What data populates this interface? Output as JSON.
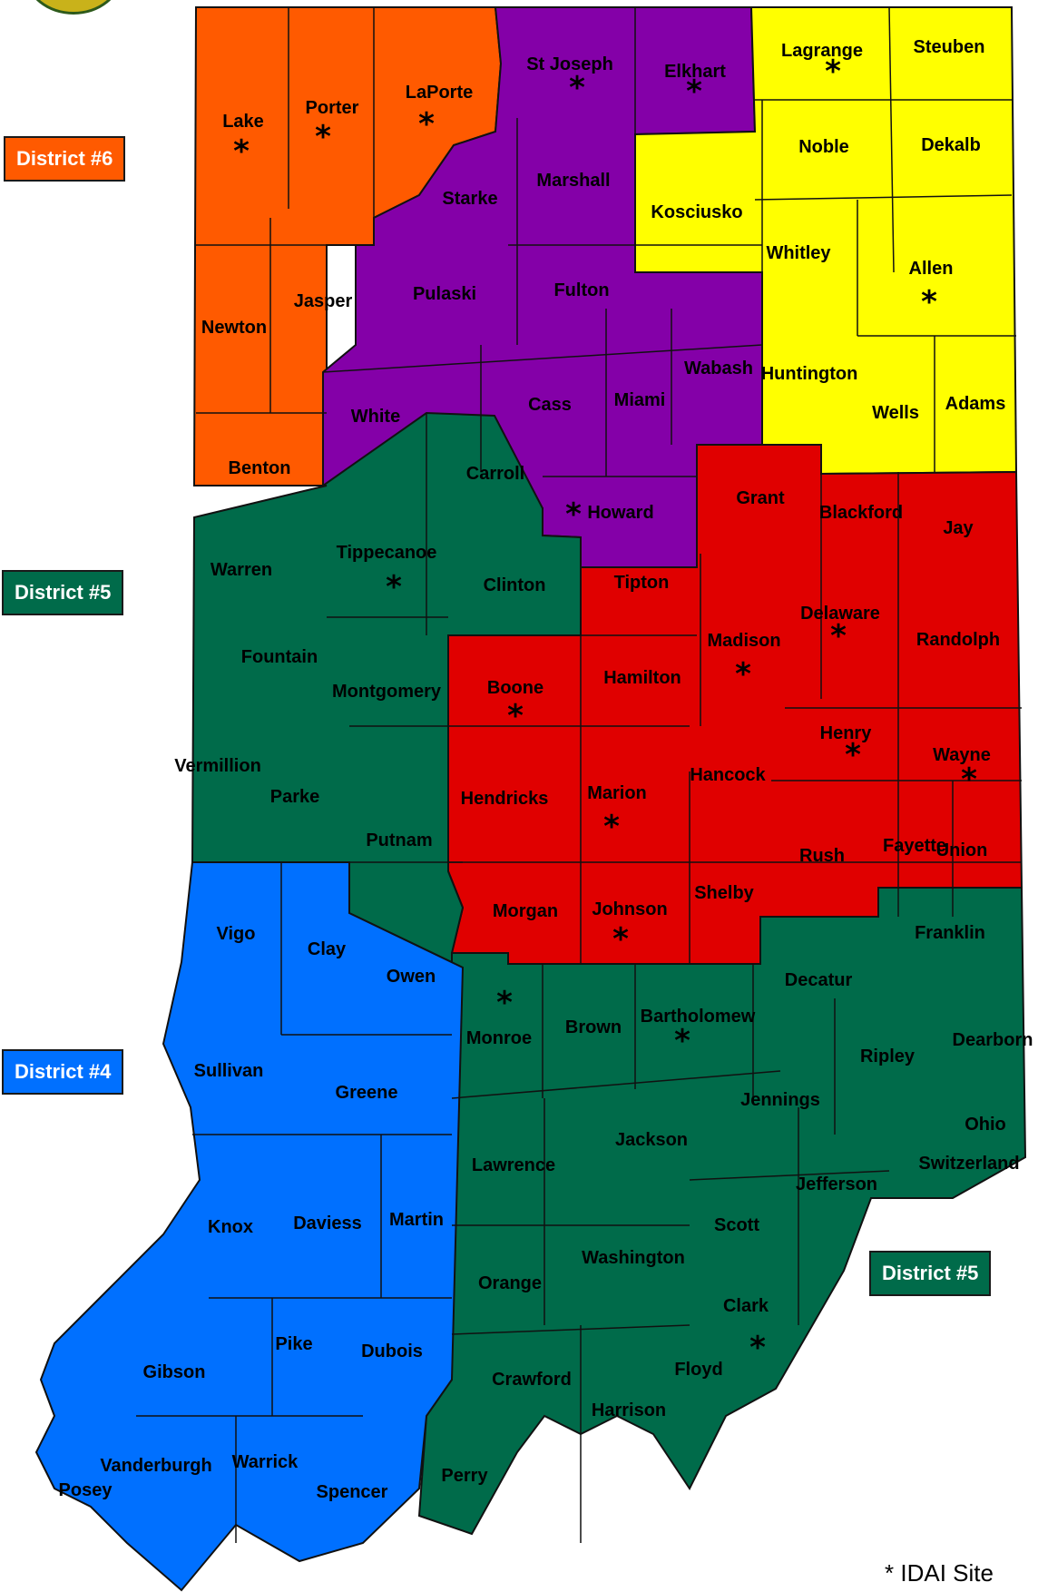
{
  "colors": {
    "district_6": "#ff5a00",
    "district_2": "#8400a8",
    "district_3": "#ffff00",
    "district_1": "#e00000",
    "district_5": "#006b4a",
    "district_4": "#0070ff"
  },
  "badges": {
    "d6": "District #6",
    "d5_top": "District #5",
    "d4": "District #4",
    "d5_bottom": "District #5"
  },
  "legend": {
    "symbol": "*",
    "label": "IDAI Site"
  },
  "counties": [
    "Lake",
    "Porter",
    "LaPorte",
    "St Joseph",
    "Elkhart",
    "Lagrange",
    "Steuben",
    "Noble",
    "Dekalb",
    "Starke",
    "Marshall",
    "Kosciusko",
    "Whitley",
    "Allen",
    "Newton",
    "Jasper",
    "Pulaski",
    "Fulton",
    "Wabash",
    "Huntington",
    "White",
    "Cass",
    "Miami",
    "Wells",
    "Adams",
    "Benton",
    "Carroll",
    "Howard",
    "Grant",
    "Blackford",
    "Jay",
    "Warren",
    "Tippecanoe",
    "Clinton",
    "Tipton",
    "Madison",
    "Delaware",
    "Randolph",
    "Fountain",
    "Montgomery",
    "Boone",
    "Hamilton",
    "Henry",
    "Wayne",
    "Vermillion",
    "Parke",
    "Hendricks",
    "Marion",
    "Hancock",
    "Putnam",
    "Rush",
    "Fayette",
    "Union",
    "Morgan",
    "Johnson",
    "Shelby",
    "Vigo",
    "Clay",
    "Owen",
    "Franklin",
    "Decatur",
    "Monroe",
    "Brown",
    "Bartholomew",
    "Dearborn",
    "Sullivan",
    "Greene",
    "Ripley",
    "Jennings",
    "Ohio",
    "Jackson",
    "Lawrence",
    "Switzerland",
    "Jefferson",
    "Knox",
    "Daviess",
    "Martin",
    "Scott",
    "Washington",
    "Orange",
    "Clark",
    "Pike",
    "Dubois",
    "Gibson",
    "Floyd",
    "Crawford",
    "Harrison",
    "Vanderburgh",
    "Warrick",
    "Posey",
    "Spencer",
    "Perry"
  ]
}
